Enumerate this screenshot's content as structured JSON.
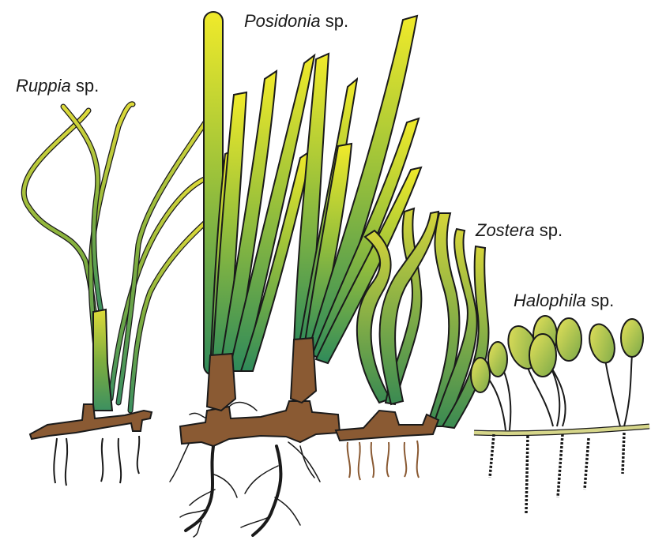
{
  "labels": {
    "ruppia": {
      "genus": "Ruppia",
      "suffix": " sp."
    },
    "posidonia": {
      "genus": "Posidonia",
      "suffix": " sp."
    },
    "zostera": {
      "genus": "Zostera",
      "suffix": " sp."
    },
    "halophila": {
      "genus": "Halophila",
      "suffix": " sp."
    }
  },
  "colors": {
    "leaf_light": "#ede72a",
    "leaf_dark": "#2f8a5a",
    "leaf_mid": "#8fba3c",
    "rhizome": "#8a5a33",
    "outline": "#1a1a1a",
    "halophila_leaf": "#c9cf4a",
    "halophila_stem": "#d6d68a"
  }
}
